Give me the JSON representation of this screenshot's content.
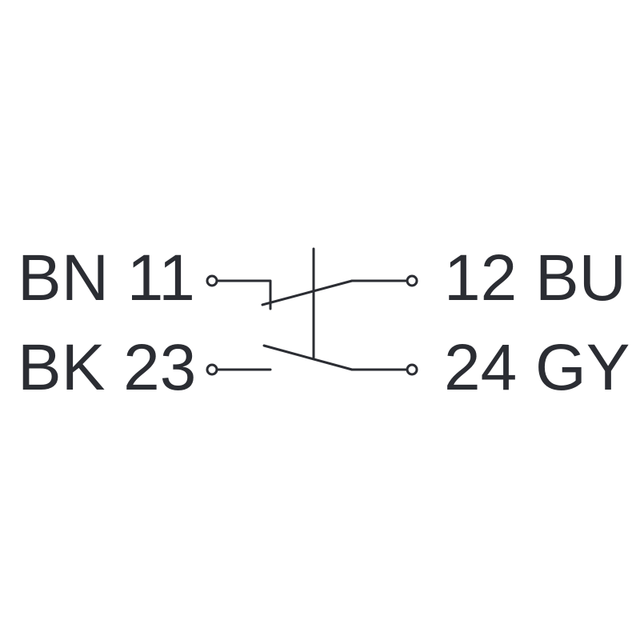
{
  "diagram": {
    "terminals": {
      "top_left": "BN 11",
      "bottom_left": "BK 23",
      "top_right": "12 BU",
      "bottom_right": "24 GY"
    },
    "colors": {
      "line": "#2b2d33",
      "background": "#ffffff"
    }
  }
}
